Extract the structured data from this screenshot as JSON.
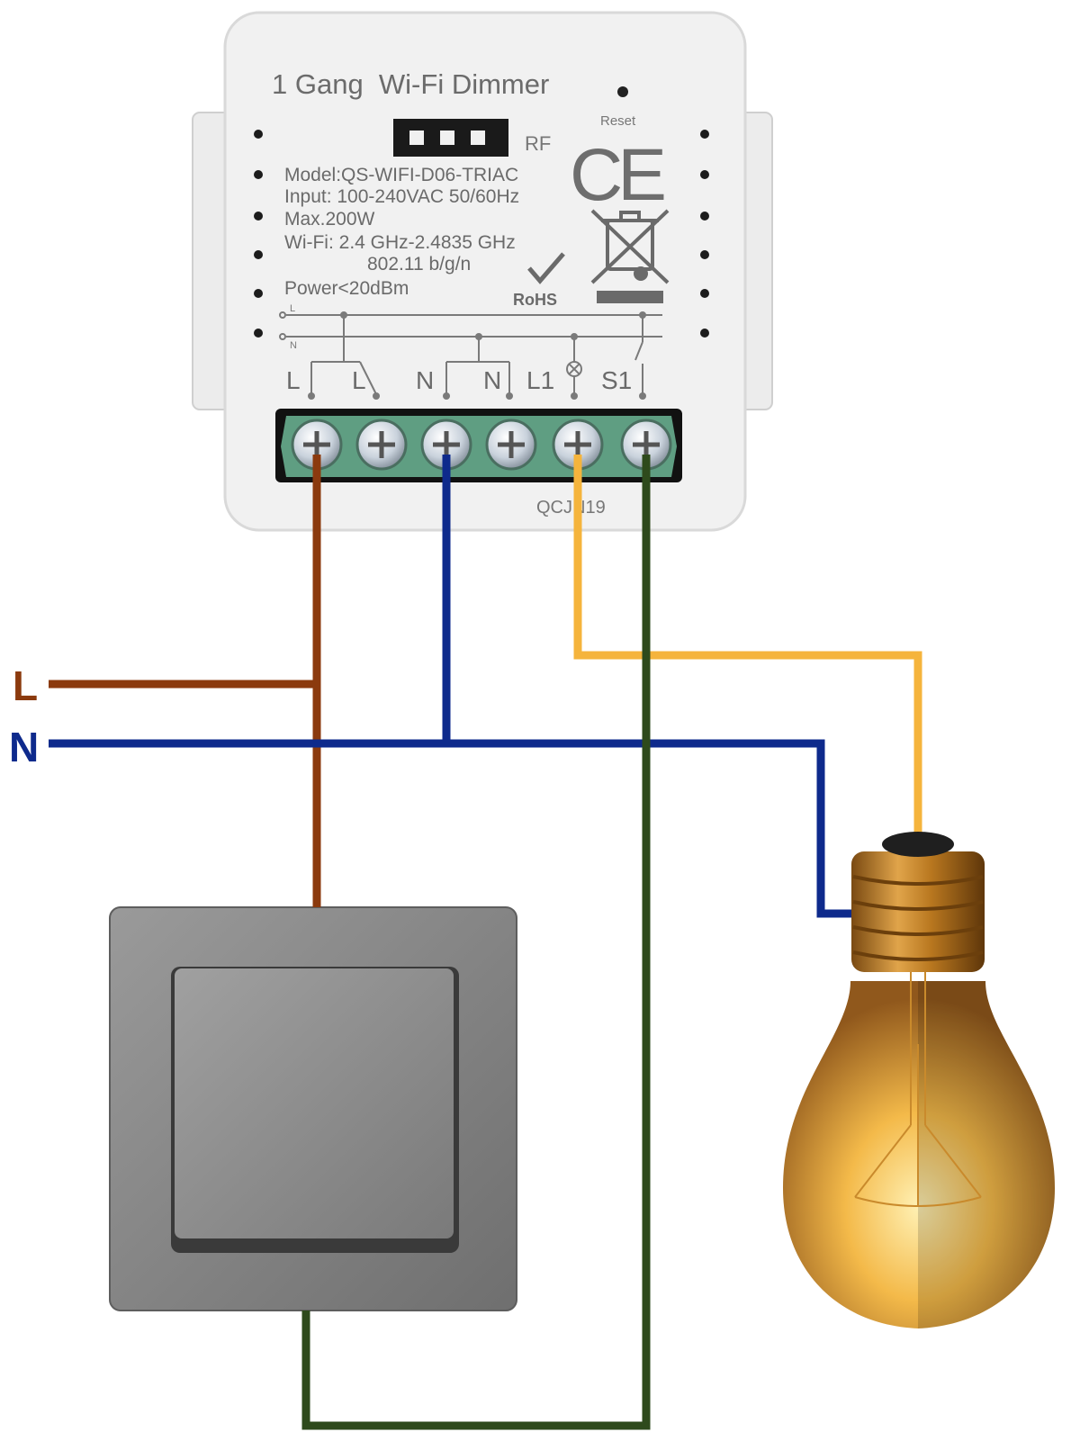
{
  "device": {
    "title": "1 Gang  Wi-Fi Dimmer",
    "rf_label": "RF",
    "reset_label": "Reset",
    "ce_mark": "CE",
    "rohs_label": "RoHS",
    "specs": [
      "Model:QS-WIFI-D06-TRIAC",
      "Input: 100-240VAC 50/60Hz",
      "Max.200W",
      "Wi-Fi: 2.4 GHz-2.4835 GHz",
      "802.11 b/g/n",
      "Power<20dBm"
    ],
    "schematic_L": "L",
    "schematic_N": "N",
    "terminal_labels": [
      "L",
      "L",
      "N",
      "N",
      "L1",
      "S1"
    ],
    "footer_code": "QCJN19"
  },
  "wiring": {
    "line_label": "L",
    "neutral_label": "N",
    "colors": {
      "line": "#8B3A0E",
      "neutral": "#0E2A8C",
      "lamp": "#F5B43C",
      "switch": "#2E4A1C"
    }
  },
  "components": {
    "switch": "wall-switch",
    "lamp": "light-bulb"
  }
}
